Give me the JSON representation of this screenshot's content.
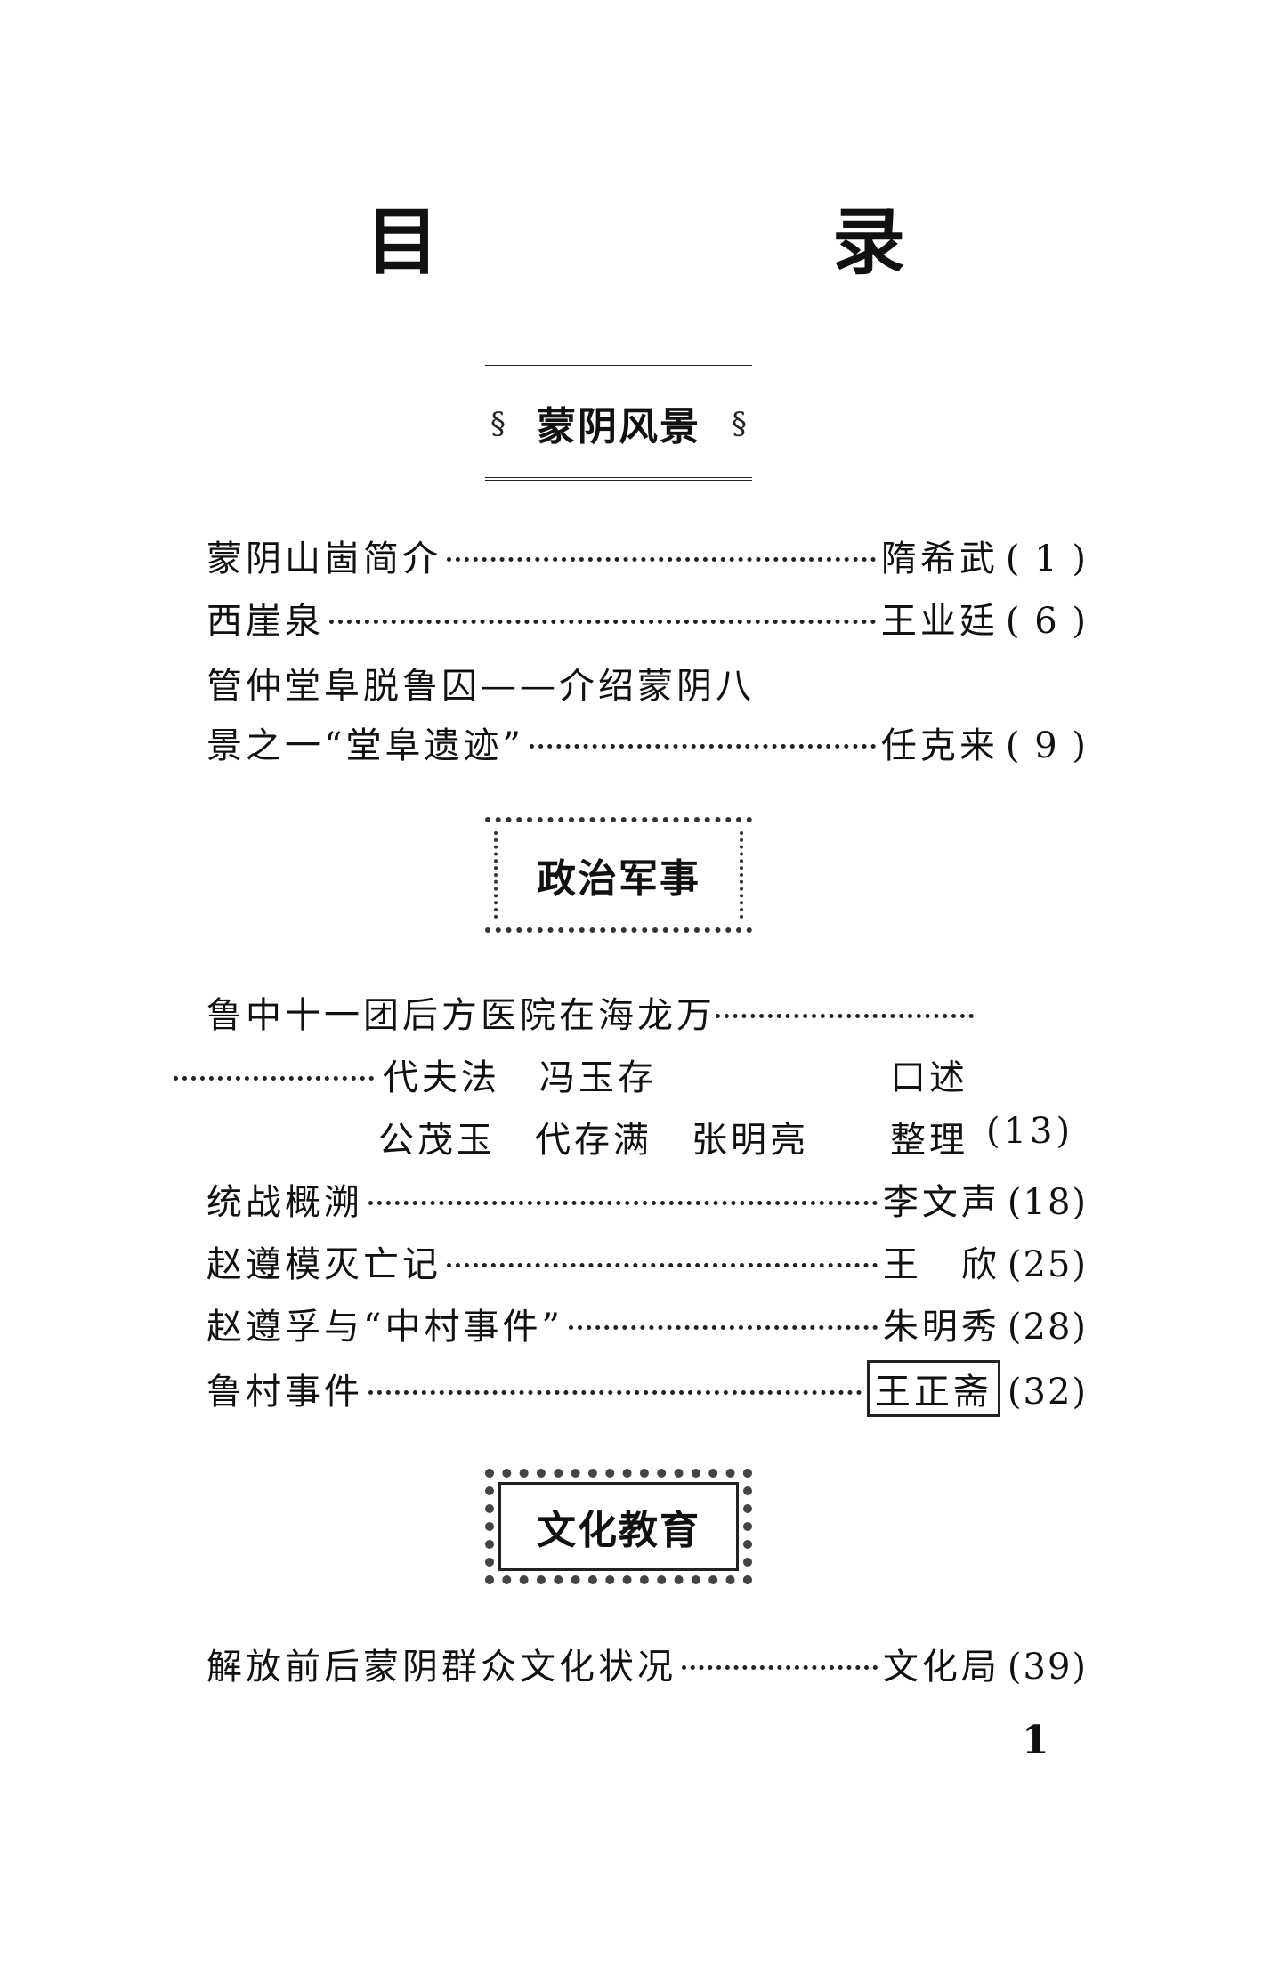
{
  "page_title": "目　录",
  "sections": [
    {
      "heading": "蒙阴风景",
      "entries": [
        {
          "title": "蒙阴山崮简介",
          "author": "隋希武",
          "page": "( 1 )"
        },
        {
          "title": "西崖泉",
          "author": "王业廷",
          "page": "( 6 )"
        },
        {
          "title_line1": "管仲堂阜脱鲁囚——介绍蒙阴八",
          "title": "景之一“堂阜遗迹”",
          "author": "任克来",
          "page": "( 9 )"
        }
      ]
    },
    {
      "heading": "政治军事",
      "entries": [
        {
          "title_line1": "鲁中十一团后方医院在海龙万",
          "authors_line1": "代夫法　冯玉存",
          "role1": "口述",
          "authors_line2": "公茂玉　代存满　张明亮",
          "role2": "整理",
          "page": "(13)"
        },
        {
          "title": "统战概溯",
          "author": "李文声",
          "page": "(18)"
        },
        {
          "title": "赵遵模灭亡记",
          "author": "王　欣",
          "page": "(25)"
        },
        {
          "title": "赵遵孚与“中村事件”",
          "author": "朱明秀",
          "page": "(28)"
        },
        {
          "title": "鲁村事件",
          "author": "王正斋",
          "page": "(32)"
        }
      ]
    },
    {
      "heading": "文化教育",
      "entries": [
        {
          "title": "解放前后蒙阴群众文化状况",
          "author": "文化局",
          "page": "(39)"
        }
      ]
    }
  ],
  "folio": "1"
}
